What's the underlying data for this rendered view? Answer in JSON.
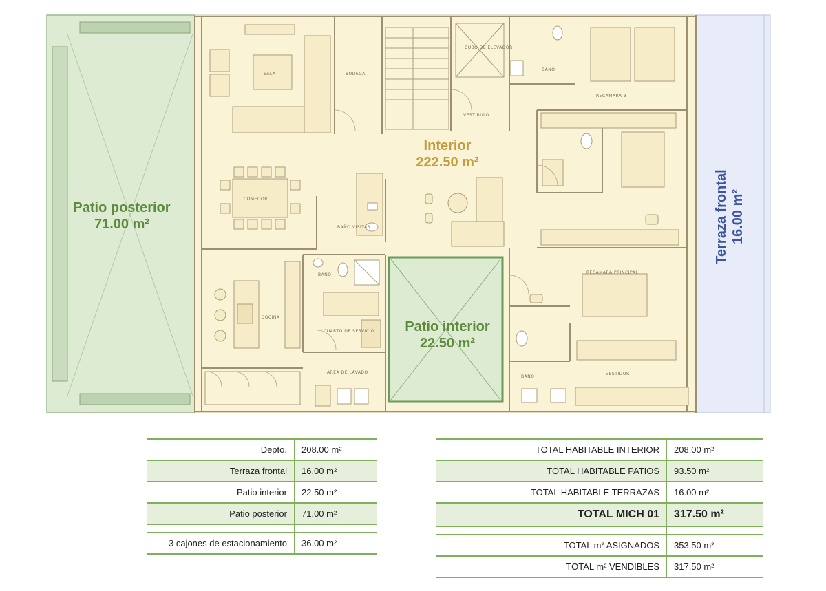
{
  "areas": {
    "patio_posterior": {
      "name": "Patio posterior",
      "size": "71.00 m²"
    },
    "interior": {
      "name": "Interior",
      "size": "222.50 m²"
    },
    "patio_interior": {
      "name": "Patio interior",
      "size": "22.50 m²"
    },
    "terraza_frontal": {
      "name": "Terraza frontal",
      "size": "16.00 m²"
    }
  },
  "rooms": {
    "sala": "SALA",
    "bodega": "BODEGA",
    "cubo_elevador": "CUBO DE ELEVADOR",
    "vestibulo": "VESTIBULO",
    "bano_1": "BAÑO",
    "recamara_3": "RECAMARA 3",
    "comedor": "COMEDOR",
    "bano_visitas": "BAÑO VISITAS",
    "cocina": "COCINA",
    "bano_2": "BAÑO",
    "cuarto_servicio": "CUARTO DE SERVICIO",
    "area_lavado": "AREA DE LAVADO",
    "recamara_principal": "RECAMARA PRINCIPAL",
    "bano_3": "BAÑO",
    "vestidor": "VESTIDOR"
  },
  "colors": {
    "interior_fill": "#fbf3d6",
    "patio_fill": "#dcebd2",
    "terraza_fill": "#e8ecf8",
    "table_rule": "#7fb05a",
    "table_shade": "#e6efdc"
  },
  "summary_left": [
    {
      "label": "Depto.",
      "value": "208.00 m²",
      "shaded": false
    },
    {
      "label": "Terraza frontal",
      "value": "16.00 m²",
      "shaded": true
    },
    {
      "label": "Patio interior",
      "value": "22.50 m²",
      "shaded": false
    },
    {
      "label": "Patio posterior",
      "value": "71.00 m²",
      "shaded": true
    },
    {
      "label": "3 cajones de estacionamiento",
      "value": "36.00 m²",
      "shaded": false
    }
  ],
  "summary_right": [
    {
      "label": "TOTAL HABITABLE INTERIOR",
      "value": "208.00 m²",
      "shaded": false
    },
    {
      "label": "TOTAL HABITABLE PATIOS",
      "value": "93.50 m²",
      "shaded": true
    },
    {
      "label": "TOTAL HABITABLE TERRAZAS",
      "value": "16.00 m²",
      "shaded": false
    },
    {
      "label": "TOTAL MICH 01",
      "value": "317.50 m²",
      "shaded": true
    },
    {
      "label": "TOTAL m² ASIGNADOS",
      "value": "353.50 m²",
      "shaded": false
    },
    {
      "label": "TOTAL m² VENDIBLES",
      "value": "317.50 m²",
      "shaded": false
    }
  ]
}
